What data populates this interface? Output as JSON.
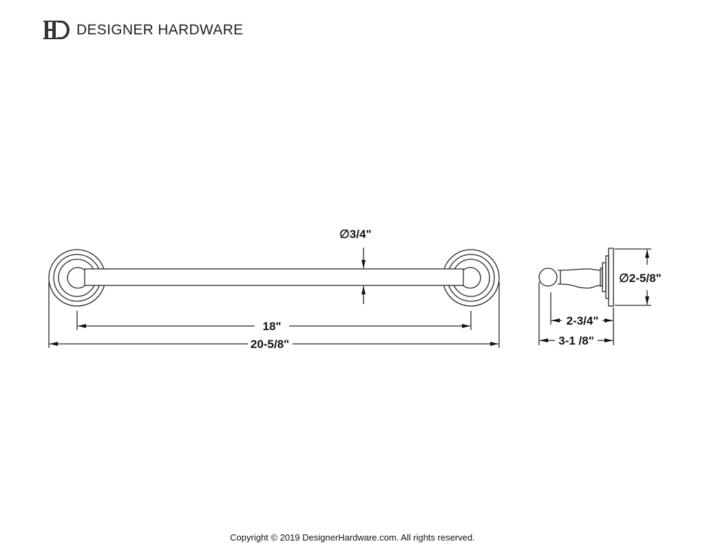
{
  "brand": {
    "logo_monogram": "HD",
    "name": "DESIGNER HARDWARE"
  },
  "drawing": {
    "bar_diameter": "∅3/4\"",
    "center_to_center": "18\"",
    "overall_length": "20-5/8\"",
    "rosette_diameter": "∅2-5/8\"",
    "projection_bar_center": "2-3/4\"",
    "projection_overall": "3-1 /8\""
  },
  "footer": {
    "copyright": "Copyright © 2019 DesignerHardware.com. All rights reserved."
  }
}
